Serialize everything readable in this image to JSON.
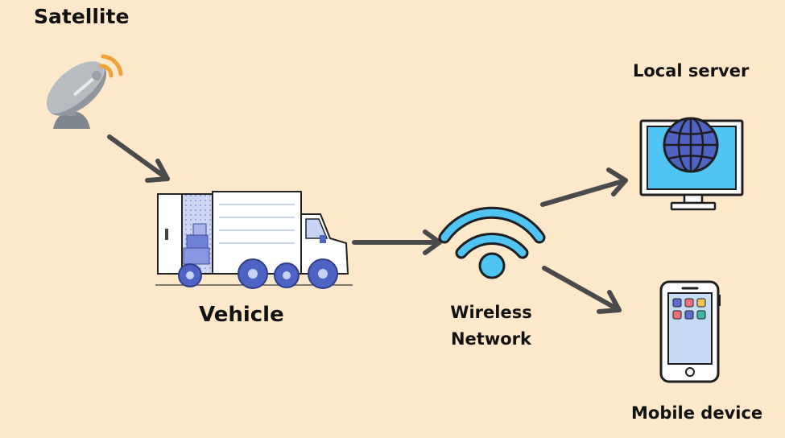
{
  "nodes": {
    "satellite": "Satellite",
    "vehicle": "Vehicle",
    "wireless_network": "Wireless Network",
    "local_server": "Local server",
    "mobile_device": "Mobile device"
  },
  "colors": {
    "background": "#fde8c9",
    "arrow": "#4a4a4a",
    "accent_blue": "#4f63c4",
    "screen_blue": "#4fc3f1",
    "signal_orange": "#f2a13a"
  },
  "icons": {
    "satellite": "satellite-dish-icon",
    "vehicle": "delivery-truck-icon",
    "wireless_network": "wifi-icon",
    "local_server": "monitor-globe-icon",
    "mobile_device": "smartphone-icon"
  }
}
